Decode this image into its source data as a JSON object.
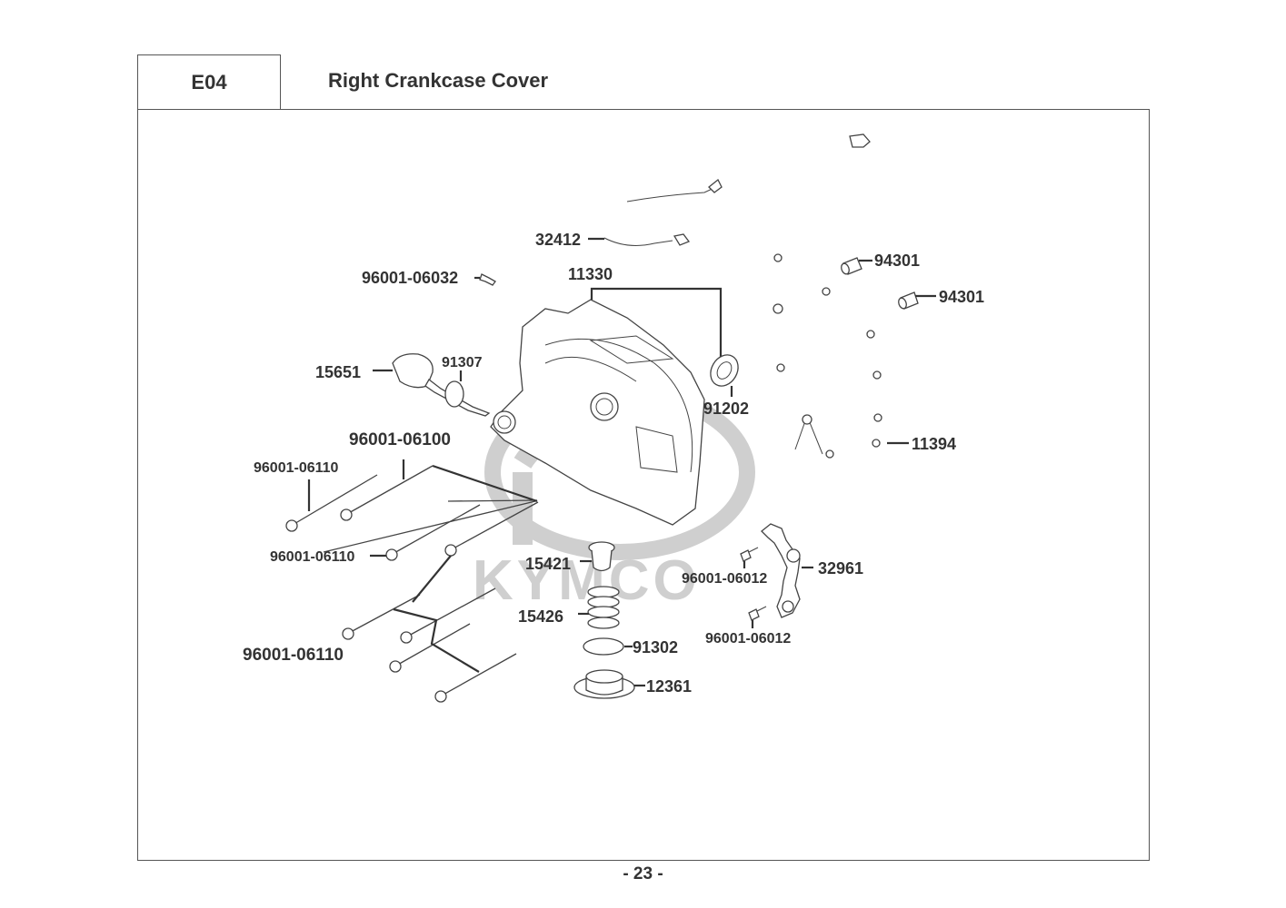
{
  "header": {
    "section_code": "E04",
    "title": "Right Crankcase Cover"
  },
  "watermark": {
    "brand": "KYMCO",
    "color": "#cfcfcf"
  },
  "parts": [
    {
      "id": "wire-harness",
      "number": "32412"
    },
    {
      "id": "crankcase-cover",
      "number": "11330"
    },
    {
      "id": "bolt-06032",
      "number": "96001-06032"
    },
    {
      "id": "oil-gauge",
      "number": "15651"
    },
    {
      "id": "o-ring-91307",
      "number": "91307"
    },
    {
      "id": "oil-seal",
      "number": "91202"
    },
    {
      "id": "dowel-pin-1",
      "number": "94301"
    },
    {
      "id": "dowel-pin-2",
      "number": "94301"
    },
    {
      "id": "gasket",
      "number": "11394"
    },
    {
      "id": "bolt-06100",
      "number": "96001-06100"
    },
    {
      "id": "bolt-06110-a",
      "number": "96001-06110"
    },
    {
      "id": "bolt-06110-b",
      "number": "96001-06110"
    },
    {
      "id": "bolt-06110-c",
      "number": "96001-06110"
    },
    {
      "id": "strainer-screen",
      "number": "15421"
    },
    {
      "id": "spring",
      "number": "15426"
    },
    {
      "id": "o-ring-91302",
      "number": "91302"
    },
    {
      "id": "drain-plug",
      "number": "12361"
    },
    {
      "id": "bracket",
      "number": "32961"
    },
    {
      "id": "bolt-06012-a",
      "number": "96001-06012"
    },
    {
      "id": "bolt-06012-b",
      "number": "96001-06012"
    }
  ],
  "footer": {
    "page_number": "- 23 -"
  }
}
